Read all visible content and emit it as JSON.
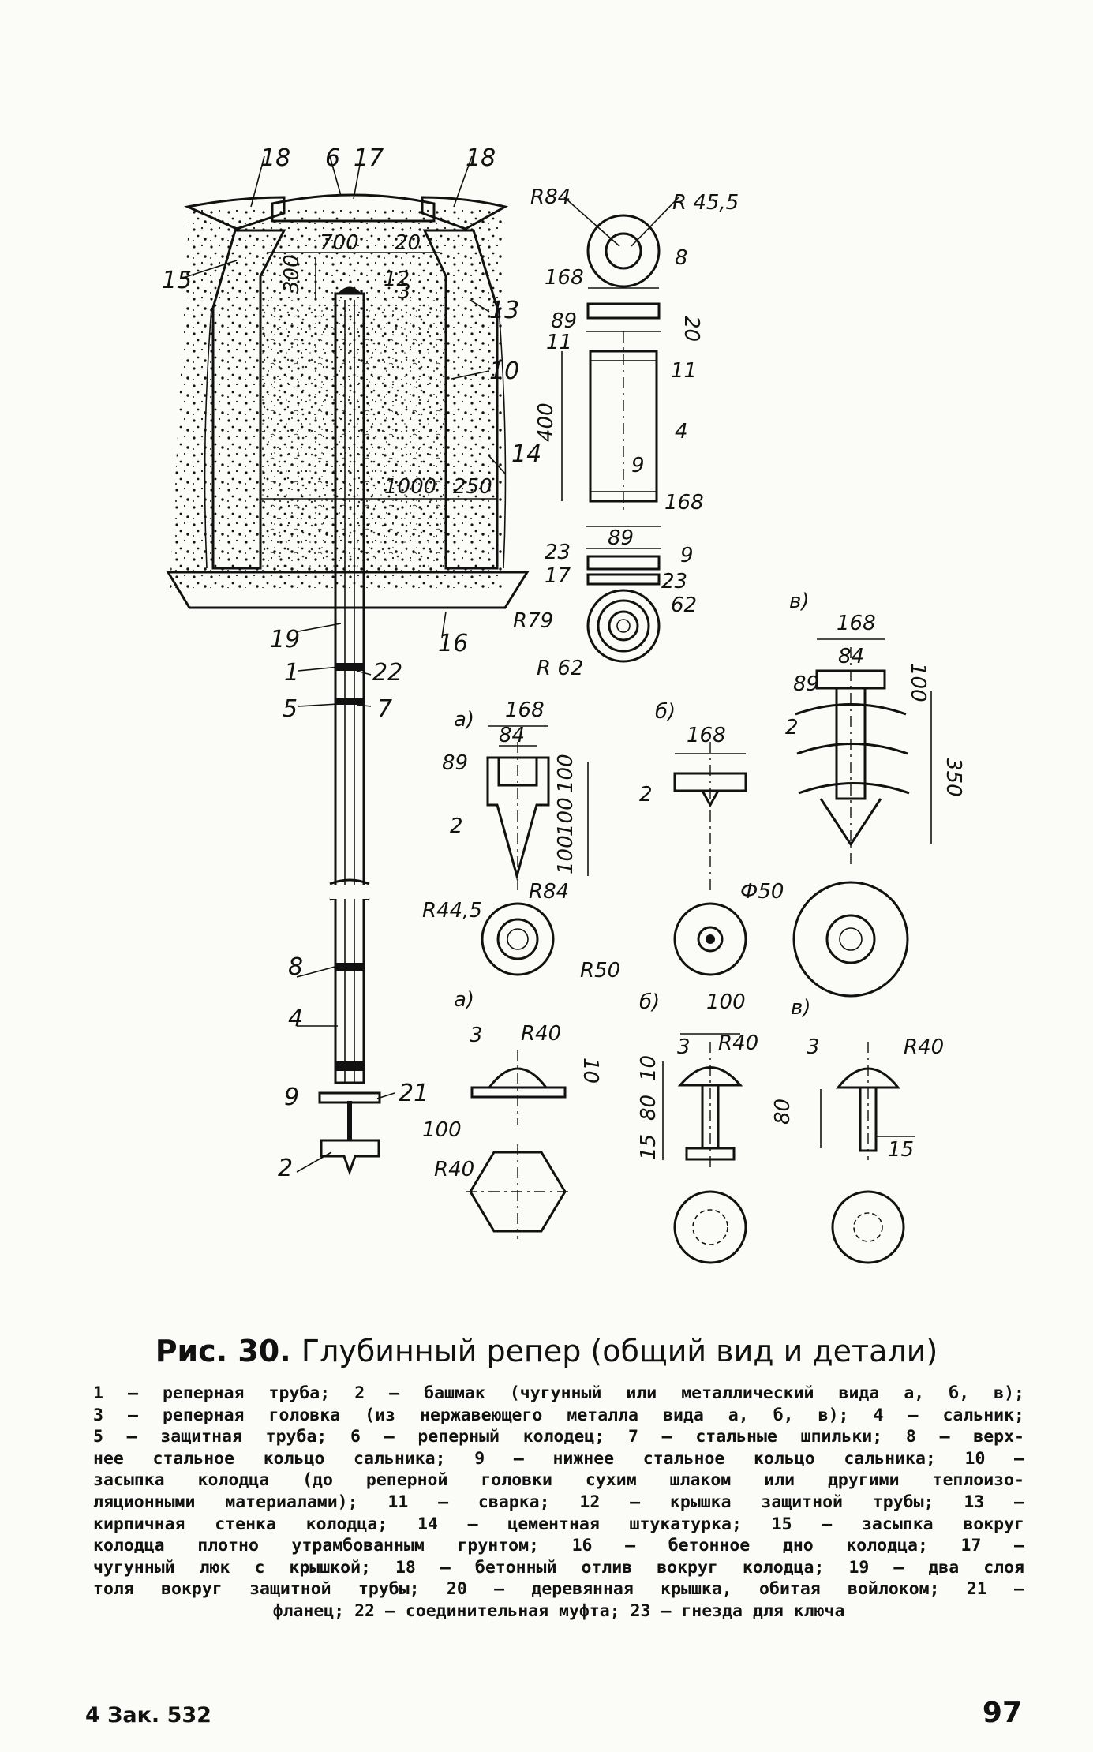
{
  "figure": {
    "main_view_labels": [
      "18",
      "6",
      "17",
      "18",
      "15",
      "13",
      "10",
      "14",
      "16",
      "19",
      "1",
      "22",
      "5",
      "7",
      "8",
      "4",
      "9",
      "21",
      "2",
      "3",
      "12"
    ],
    "main_view_dims": [
      "700",
      "20",
      "300",
      "1000",
      "250"
    ],
    "detail_top_labels": [
      "R84",
      "R 45,5",
      "8",
      "168",
      "20",
      "89",
      "11",
      "11",
      "400",
      "4",
      "9",
      "168",
      "89",
      "23",
      "9",
      "17",
      "23",
      "R79",
      "62",
      "R 62"
    ],
    "variant_a_shoe": [
      "а)",
      "168",
      "84",
      "89",
      "100",
      "100",
      "100",
      "2",
      "R84",
      "R44,5",
      "R50"
    ],
    "variant_b_shoe": [
      "б)",
      "168",
      "2",
      "Ф50"
    ],
    "variant_v_shoe": [
      "в)",
      "168",
      "84",
      "100",
      "89",
      "2",
      "350"
    ],
    "variant_a_head": [
      "а)",
      "3",
      "R40",
      "10",
      "100",
      "R40"
    ],
    "variant_b_head": [
      "б)",
      "100",
      "3",
      "R40",
      "10",
      "80",
      "15"
    ],
    "variant_v_head": [
      "в)",
      "3",
      "R40",
      "80",
      "15"
    ]
  },
  "caption": {
    "number": "Рис. 30.",
    "title": "Глубинный репер (общий вид и детали)",
    "legend_lines": [
      "1 — реперная труба; 2 — башмак (чугунный или металлический вида а, б, в);",
      "3 — реперная головка (из нержавеющего металла вида а, б, в); 4 — сальник;",
      "5 — защитная труба; 6 — реперный колодец; 7 — стальные шпильки; 8 — верх-",
      "нее стальное кольцо сальника; 9 — нижнее стальное кольцо сальника; 10 —",
      "засыпка колодца (до реперной головки сухим шлаком или другими теплоизо-",
      "ляционными материалами); 11 — сварка; 12 — крышка защитной трубы; 13 —",
      "кирпичная стенка колодца; 14 — цементная штукатурка; 15 — засыпка вокруг",
      "колодца плотно утрамбованным грунтом; 16 — бетонное дно колодца; 17 —",
      "чугунный люк с крышкой; 18 — бетонный отлив вокруг колодца; 19 — два слоя",
      "толя вокруг защитной трубы; 20 — деревянная крышка, обитая войлоком; 21 —",
      "фланец; 22 — соединительная муфта; 23 — гнезда для ключа"
    ]
  },
  "footer": {
    "left": "4 Зак. 532",
    "page_number": "97"
  }
}
